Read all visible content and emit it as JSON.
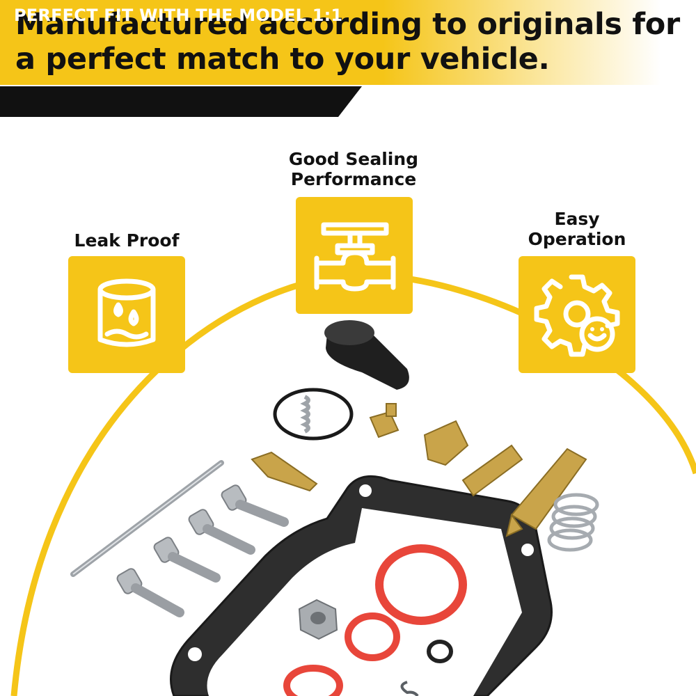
{
  "headline": {
    "line1": "Manufactured according to originals for",
    "line2": "a perfect match to your vehicle."
  },
  "subtitle": "PERFECT FIT WITH THE MODEL 1:1",
  "features": [
    {
      "label_lines": [
        "Leak Proof"
      ],
      "icon": "leak-proof-drops-icon"
    },
    {
      "label_lines": [
        "Good Sealing",
        "Performance"
      ],
      "icon": "pipe-valve-icon"
    },
    {
      "label_lines": [
        "Easy",
        "Operation"
      ],
      "icon": "gear-smile-icon"
    }
  ],
  "colors": {
    "accent": "#f5c518",
    "banner": "#111111",
    "icon_stroke": "#ffffff",
    "gasket": "#2b2b2b",
    "washer_red": "#e8463a",
    "brass": "#c9a44a"
  }
}
